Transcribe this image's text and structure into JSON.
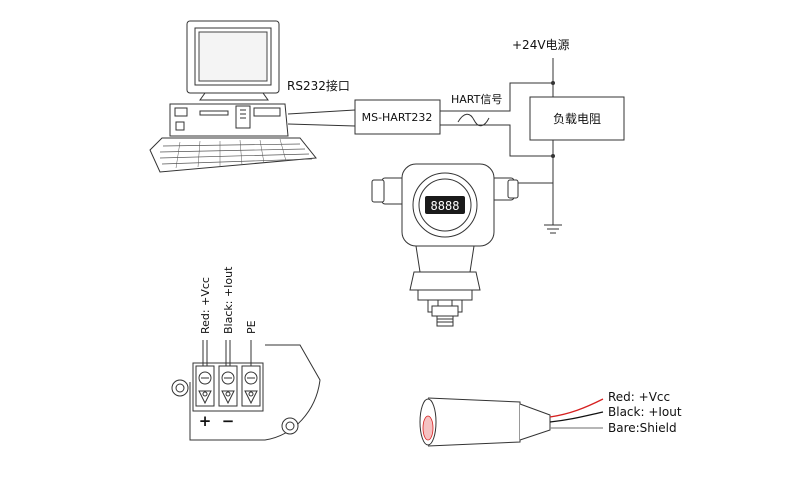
{
  "labels": {
    "power_supply": "+24V电源",
    "rs232": "RS232接口",
    "hart_signal": "HART信号",
    "modem": "MS-HART232",
    "load": "负载电阻",
    "terminal_red": "Red: +Vcc",
    "terminal_black": "Black: +Iout",
    "terminal_pe": "PE",
    "terminal_plus": "+",
    "terminal_minus": "−",
    "cable_red": "Red: +Vcc",
    "cable_black": "Black: +Iout",
    "cable_bare": "Bare:Shield",
    "lcd": "8888"
  },
  "colors": {
    "line": "#333333",
    "red_wire": "#d62020",
    "black_wire": "#111111",
    "gray_wire": "#8a8a8a",
    "lcd_bg": "#1a1a1a",
    "lcd_text": "#ffffff",
    "cable_fill": "#f2f2f2",
    "cable_section": "#f5c2c2"
  }
}
